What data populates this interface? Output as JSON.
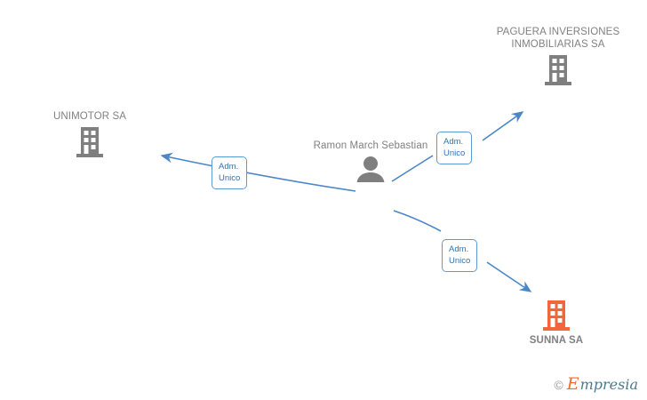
{
  "diagram": {
    "type": "org-relationship-graph",
    "background": "#ffffff",
    "colors": {
      "company_gray": "#7f7f7f",
      "company_orange": "#f4663a",
      "person_gray": "#808080",
      "edge_blue": "#4a86c8",
      "label_border": "#5b9bd5",
      "label_text": "#2e74b5",
      "node_text": "#808080"
    },
    "person": {
      "name": "Ramon March Sebastian",
      "icon": "person-icon"
    },
    "companies": [
      {
        "id": "unimotor",
        "name": "UNIMOTOR SA",
        "icon": "building-icon",
        "icon_color": "gray",
        "label_position": "above"
      },
      {
        "id": "paguera",
        "name": "PAGUERA INVERSIONES INMOBILIARIAS SA",
        "icon": "building-icon",
        "icon_color": "gray",
        "label_position": "above"
      },
      {
        "id": "sunna",
        "name": "SUNNA SA",
        "icon": "building-icon",
        "icon_color": "orange",
        "label_position": "below"
      }
    ],
    "edges": [
      {
        "id": "edge-unimotor",
        "from": "person",
        "to": "unimotor",
        "label": "Adm.\nUnico"
      },
      {
        "id": "edge-paguera",
        "from": "person",
        "to": "paguera",
        "label": "Adm.\nUnico"
      },
      {
        "id": "edge-sunna",
        "from": "person",
        "to": "sunna",
        "label": "Adm.\nUnico"
      }
    ]
  },
  "watermark": {
    "copyright": "©",
    "brand_initial": "E",
    "brand_rest": "mpresia"
  }
}
